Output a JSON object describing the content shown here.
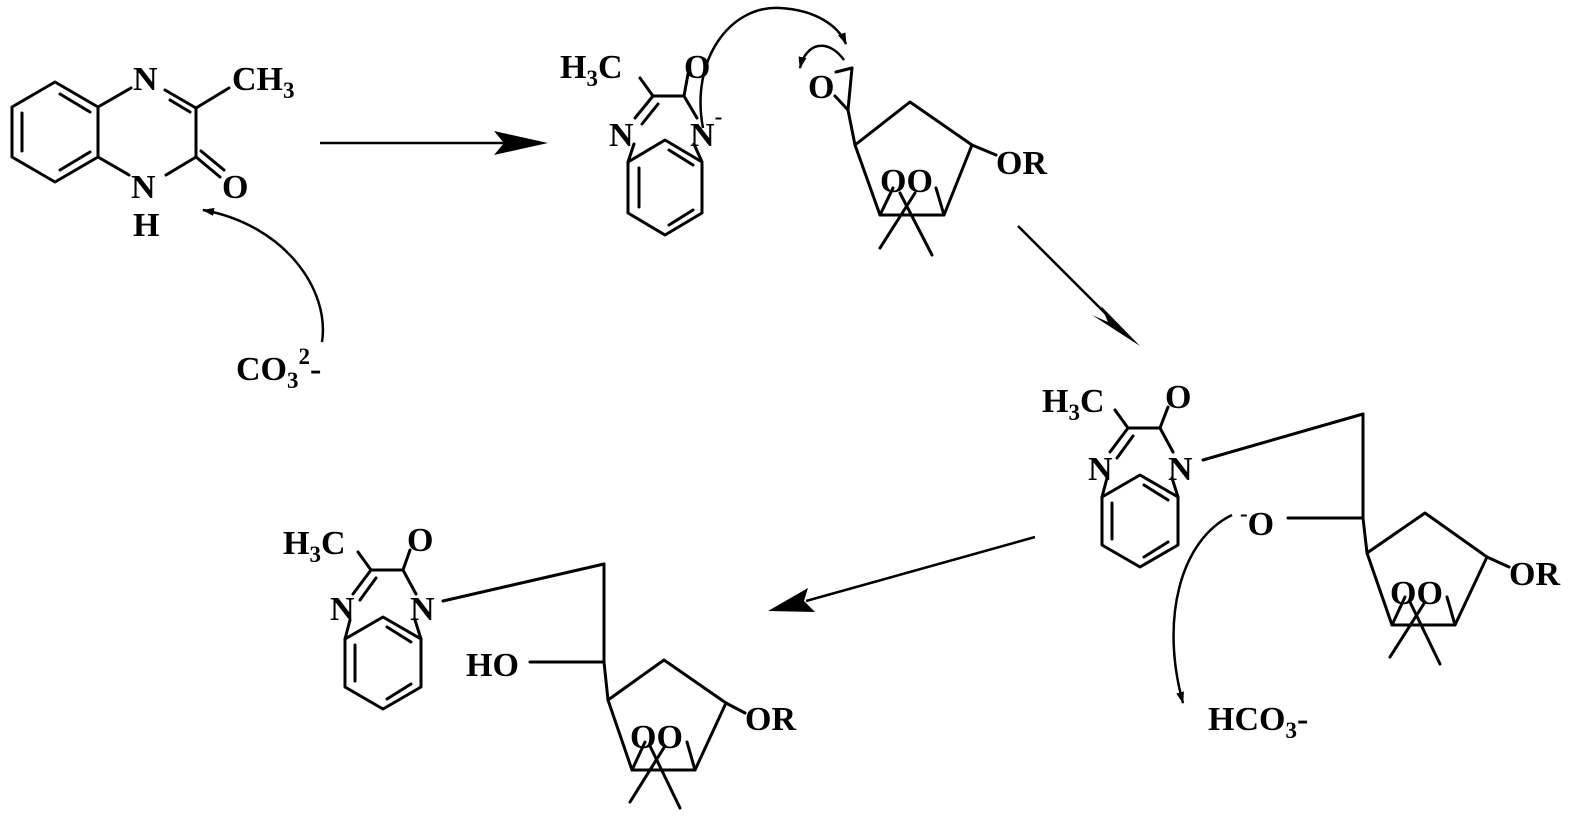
{
  "colors": {
    "ink": "#000000",
    "background": "#ffffff"
  },
  "labels": {
    "N": "N",
    "H": "H",
    "O": "O",
    "C": "C",
    "CH": "CH",
    "H3C_H": "H",
    "H3C_C": "C",
    "sub3": "3",
    "sub2": "2",
    "OR": "OR",
    "OO": "OO",
    "HO": "HO",
    "minus": "-",
    "CO": "CO",
    "HCO": "HCO"
  }
}
